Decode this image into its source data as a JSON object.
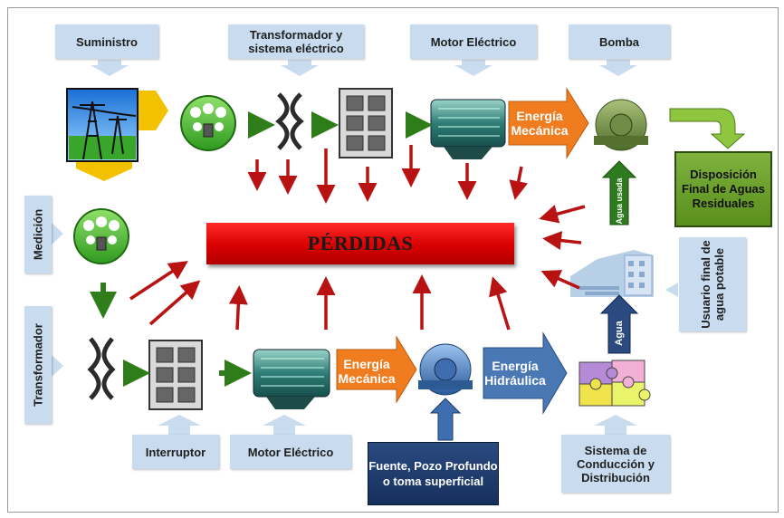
{
  "labels": {
    "suministro": "Suministro",
    "transformador_sistema": "Transformador y sistema eléctrico",
    "motor_top": "Motor Eléctrico",
    "bomba": "Bomba",
    "medicion": "Medición",
    "transformador_left": "Transformador",
    "interruptor": "Interruptor",
    "motor_bottom": "Motor Eléctrico",
    "fuente": "Fuente, Pozo Profundo o toma superficial",
    "sistema_conduccion": "Sistema de Conducción y Distribución",
    "usuario_final": "Usuario final de agua potable",
    "disposicion": "Disposición Final de Aguas Residuales",
    "perdidas": "PÉRDIDAS",
    "energia_mecanica_top": "Energía Mecánica",
    "energia_mecanica_bottom": "Energía Mecánica",
    "energia_hidraulica": "Energía Hidráulica",
    "agua_usada": "Agua usada",
    "agua": "Agua"
  },
  "colors": {
    "label_bg": "#c9dcef",
    "loss_red": "#d80000",
    "arrow_red": "#b81212",
    "energy_orange": "#ef7d1f",
    "hydraulic_blue": "#4a78b5",
    "flow_green": "#2f7d1a"
  }
}
